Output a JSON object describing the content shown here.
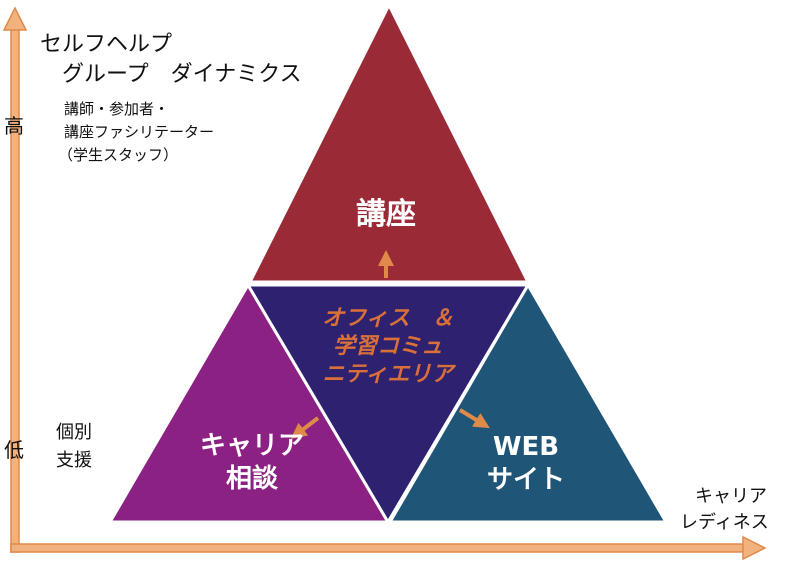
{
  "title_line1": "セルフヘルプ",
  "title_line2": "グループ　ダイナミクス",
  "roles_line1": "講師・参加者・",
  "roles_line2": "講座ファシリテーター",
  "roles_line3": "（学生スタッフ）",
  "y_high": "高",
  "y_low": "低",
  "individual_line1": "個別",
  "individual_line2": "支援",
  "x_label_line1": "キャリア",
  "x_label_line2": "レディネス",
  "center_line1": "オフィス　＆",
  "center_line2": "学習コミュ",
  "center_line3": "ニティエリア",
  "top_label": "講座",
  "left_line1": "キャリア",
  "left_line2": "相談",
  "right_line1": "WEB",
  "right_line2": "サイト",
  "colors": {
    "top": "#9b2a37",
    "center": "#2e2170",
    "left": "#8b2283",
    "right": "#1f5577",
    "arrow": "#e08a4a",
    "center_text": "#d9703a"
  }
}
